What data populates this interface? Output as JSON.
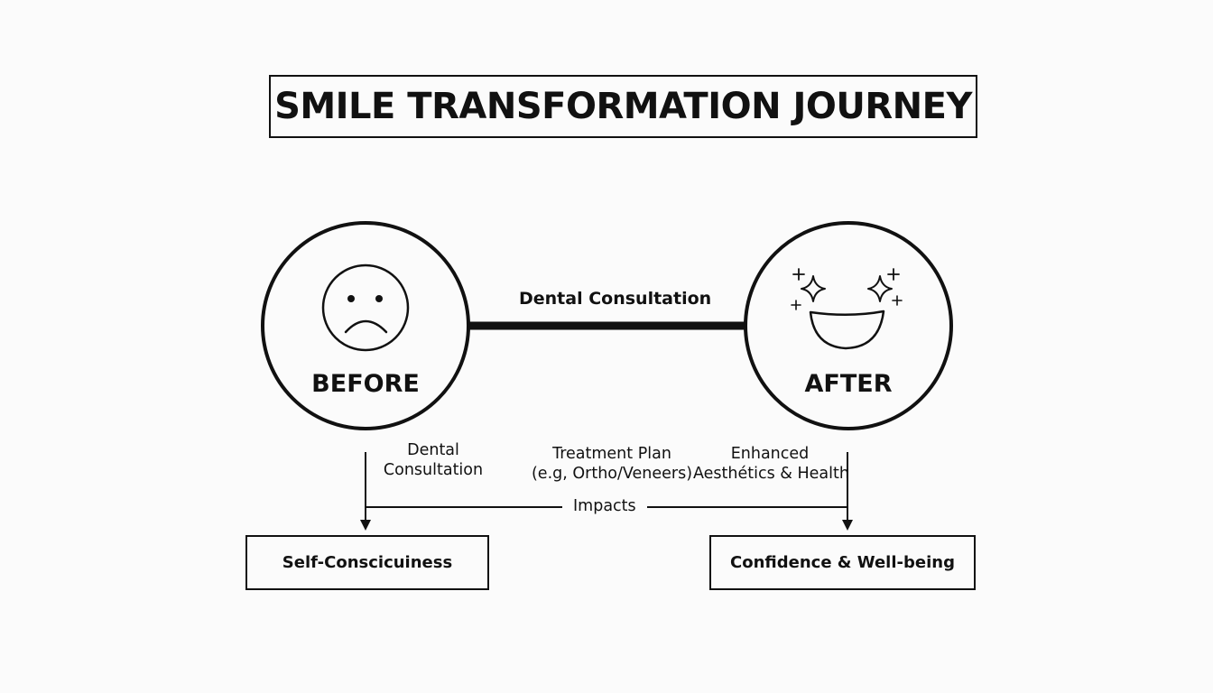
{
  "title": "SMILE TRANSFORMATION JOURNEY",
  "before": {
    "label": "BEFORE",
    "icon": "sad-face-icon"
  },
  "after": {
    "label": "AFTER",
    "icon": "smiling-face-with-sparkles-icon"
  },
  "connector_label": "Dental Consultation",
  "steps": [
    {
      "line1": "Dental",
      "line2": "Consultation"
    },
    {
      "line1": "Treatment Plan",
      "line2": "(e.g, Ortho/Veneers)"
    },
    {
      "line1": "Enhanced",
      "line2": "Aesthétics & Health"
    }
  ],
  "impacts_label": "Impacts",
  "outcomes": {
    "before": "Self-Conscicuiness",
    "after": "Confidence & Well-being"
  }
}
